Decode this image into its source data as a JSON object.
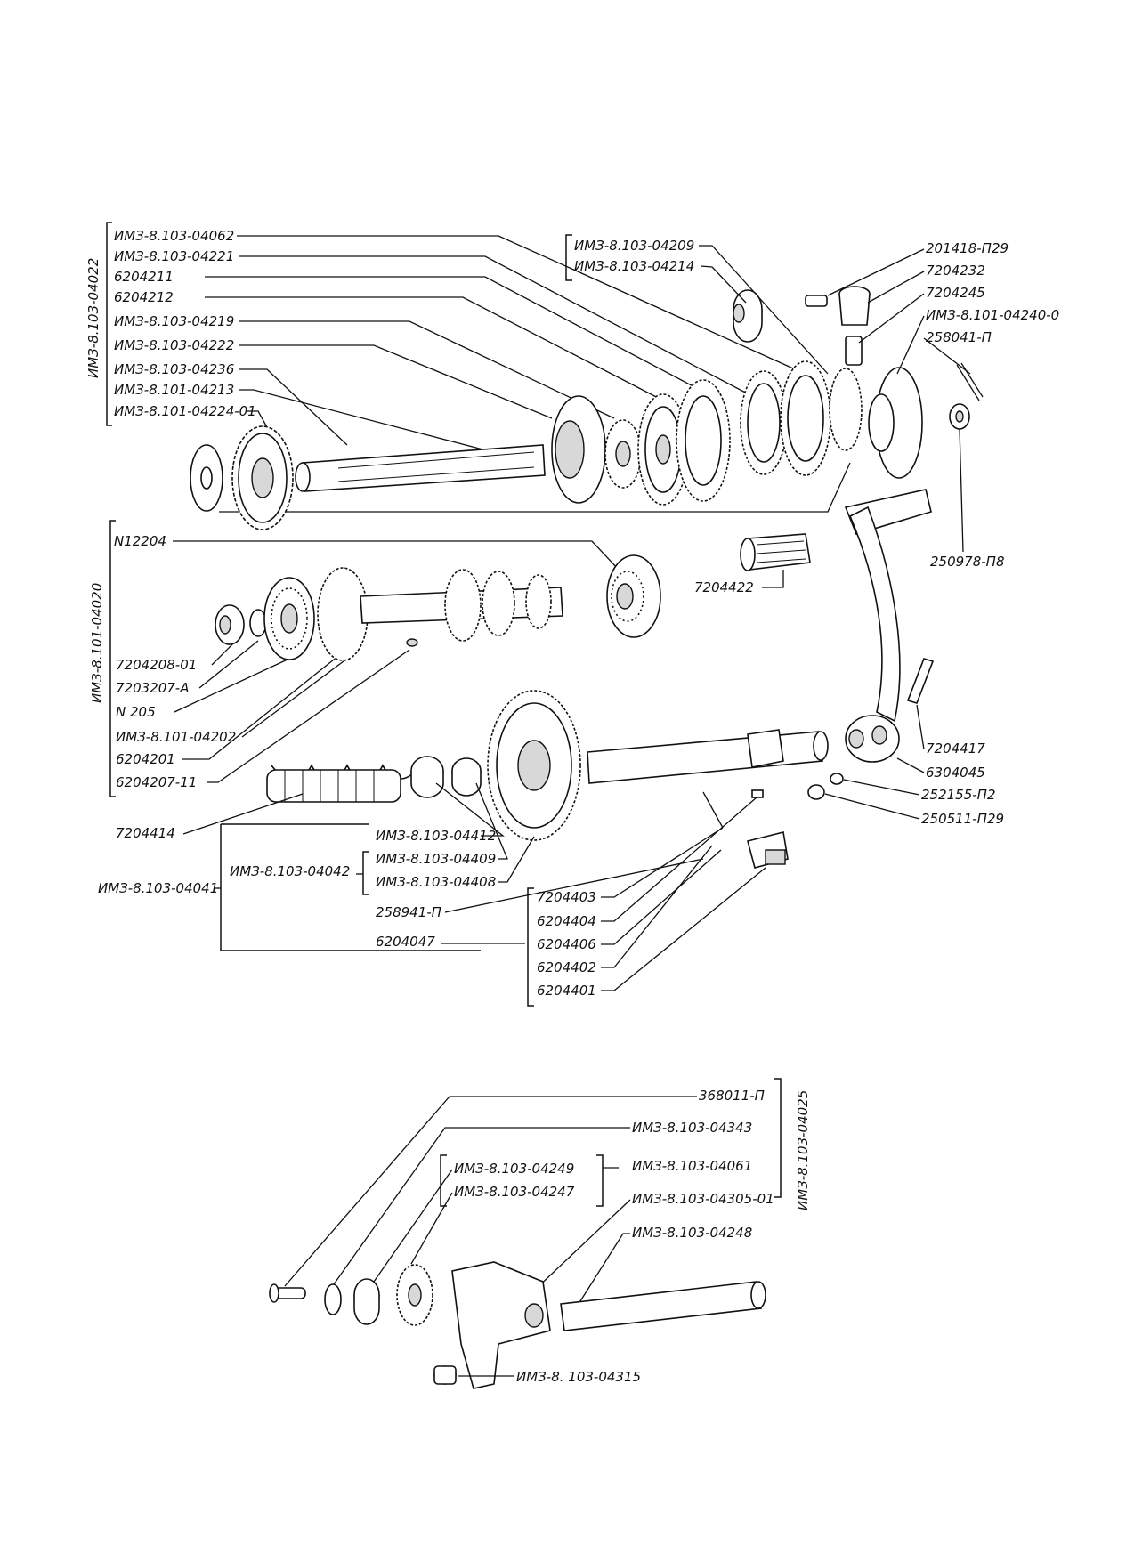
{
  "groups": {
    "g04022": "ИМЗ-8.103-04022",
    "g04020": "ИМЗ-8.101-04020",
    "g04041": "ИМЗ-8.103-04041",
    "g04042": "ИМЗ-8.103-04042",
    "g04025": "ИМЗ-8.103-04025",
    "g04061": "ИМЗ-8.103-04061"
  },
  "labels": {
    "l04062": "ИМЗ-8.103-04062",
    "l04221": "ИМЗ-8.103-04221",
    "l6204211": "6204211",
    "l6204212": "6204212",
    "l04219": "ИМЗ-8.103-04219",
    "l04222": "ИМЗ-8.103-04222",
    "l04236": "ИМЗ-8.103-04236",
    "l04213": "ИМЗ-8.101-04213",
    "l04224": "ИМЗ-8.101-04224-01",
    "l04209": "ИМЗ-8.103-04209",
    "l04214": "ИМЗ-8.103-04214",
    "l201418": "201418-П29",
    "l7204232": "7204232",
    "l7204245": "7204245",
    "l04240": "ИМЗ-8.101-04240-0",
    "l258041": "258041-П",
    "l250978": "250978-П8",
    "l7204422": "7204422",
    "lN12204": "N12204",
    "l7204208": "7204208-01",
    "l7203207": "7203207-А",
    "lN205": "N 205",
    "l04202": "ИМЗ-8.101-04202",
    "l6204201": "6204201",
    "l6204207": "6204207-11",
    "l7204417": "7204417",
    "l6304045": "6304045",
    "l252155": "252155-П2",
    "l250511": "250511-П29",
    "l7204414": "7204414",
    "l04412": "ИМЗ-8.103-04412",
    "l04409": "ИМЗ-8.103-04409",
    "l04408": "ИМЗ-8.103-04408",
    "l258941": "258941-П",
    "l6204047": "6204047",
    "l7204403": "7204403",
    "l6204404": "6204404",
    "l6204406": "6204406",
    "l6204402": "6204402",
    "l6204401": "6204401",
    "l368011": "368011-П",
    "l04343": "ИМЗ-8.103-04343",
    "l04249": "ИМЗ-8.103-04249",
    "l04247": "ИМЗ-8.103-04247",
    "l04305": "ИМЗ-8.103-04305-01",
    "l04248": "ИМЗ-8.103-04248",
    "l04315": "ИМЗ-8. 103-04315"
  }
}
